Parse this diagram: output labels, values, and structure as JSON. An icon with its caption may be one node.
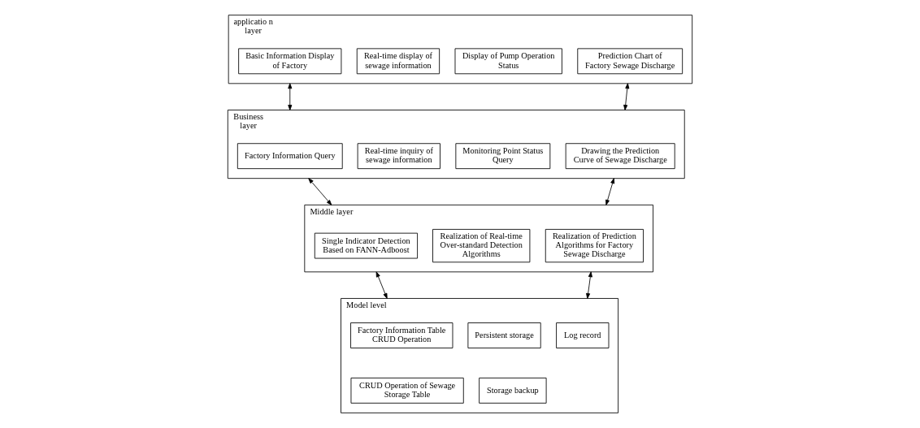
{
  "diagram": {
    "nodes": [
      {
        "text": [
          "applicatio n layer"
        ]
      },
      {
        "text": [
          "Basic Information Display of Factory"
        ],
        "in": 0
      },
      {
        "text": [
          "Real-time display of sewage information"
        ],
        "in": 0
      },
      {
        "text": [
          "Display of Pump Operation Status"
        ],
        "in": 0
      },
      {
        "text": [
          "Prediction Chart of Factory Sewage Discharge"
        ],
        "in": 0
      },
      {
        "text": [
          "Business layer"
        ]
      },
      {
        "text": [
          "Factory Information Query"
        ],
        "in": 5
      },
      {
        "text": [
          "Real-time inquiry of sewage information"
        ],
        "in": 5
      },
      {
        "text": [
          "Monitoring Point Status Query"
        ],
        "in": 5
      },
      {
        "text": [
          "Drawing the Prediction Curve of Sewage Discharge"
        ],
        "in": 5
      },
      {
        "text": [
          "Middle layer"
        ]
      },
      {
        "text": [
          "Single Indicator Detection Based on FANN-Adboost"
        ],
        "in": 10
      },
      {
        "text": [
          "Realization of Real-time Over-standard Detection Algorithms"
        ],
        "in": 10
      },
      {
        "text": [
          "Realization of Prediction Algorithms for Factory Sewage Discharge"
        ],
        "in": 10
      },
      {
        "text": [
          "Model level"
        ]
      },
      {
        "text": [
          "Factory Information Table CRUD Operation"
        ],
        "in": 14
      },
      {
        "text": [
          "CRUD Operation of Sewage Storage Table"
        ],
        "in": 14
      },
      {
        "text": [
          "Persistent storage"
        ],
        "in": 14
      },
      {
        "text": [
          "Storage backup"
        ],
        "in": 14
      },
      {
        "text": [
          "Log record"
        ],
        "in": 14
      }
    ],
    "edges": [
      {
        "from": 0,
        "to": 5,
        "arrow": "both"
      },
      {
        "from": 0,
        "to": 5,
        "arrow": "both"
      },
      {
        "from": 5,
        "to": 10,
        "arrow": "both"
      },
      {
        "from": 5,
        "to": 10,
        "arrow": "both"
      },
      {
        "from": 10,
        "to": 14,
        "arrow": "both"
      },
      {
        "from": 10,
        "to": 14,
        "arrow": "both"
      }
    ]
  }
}
